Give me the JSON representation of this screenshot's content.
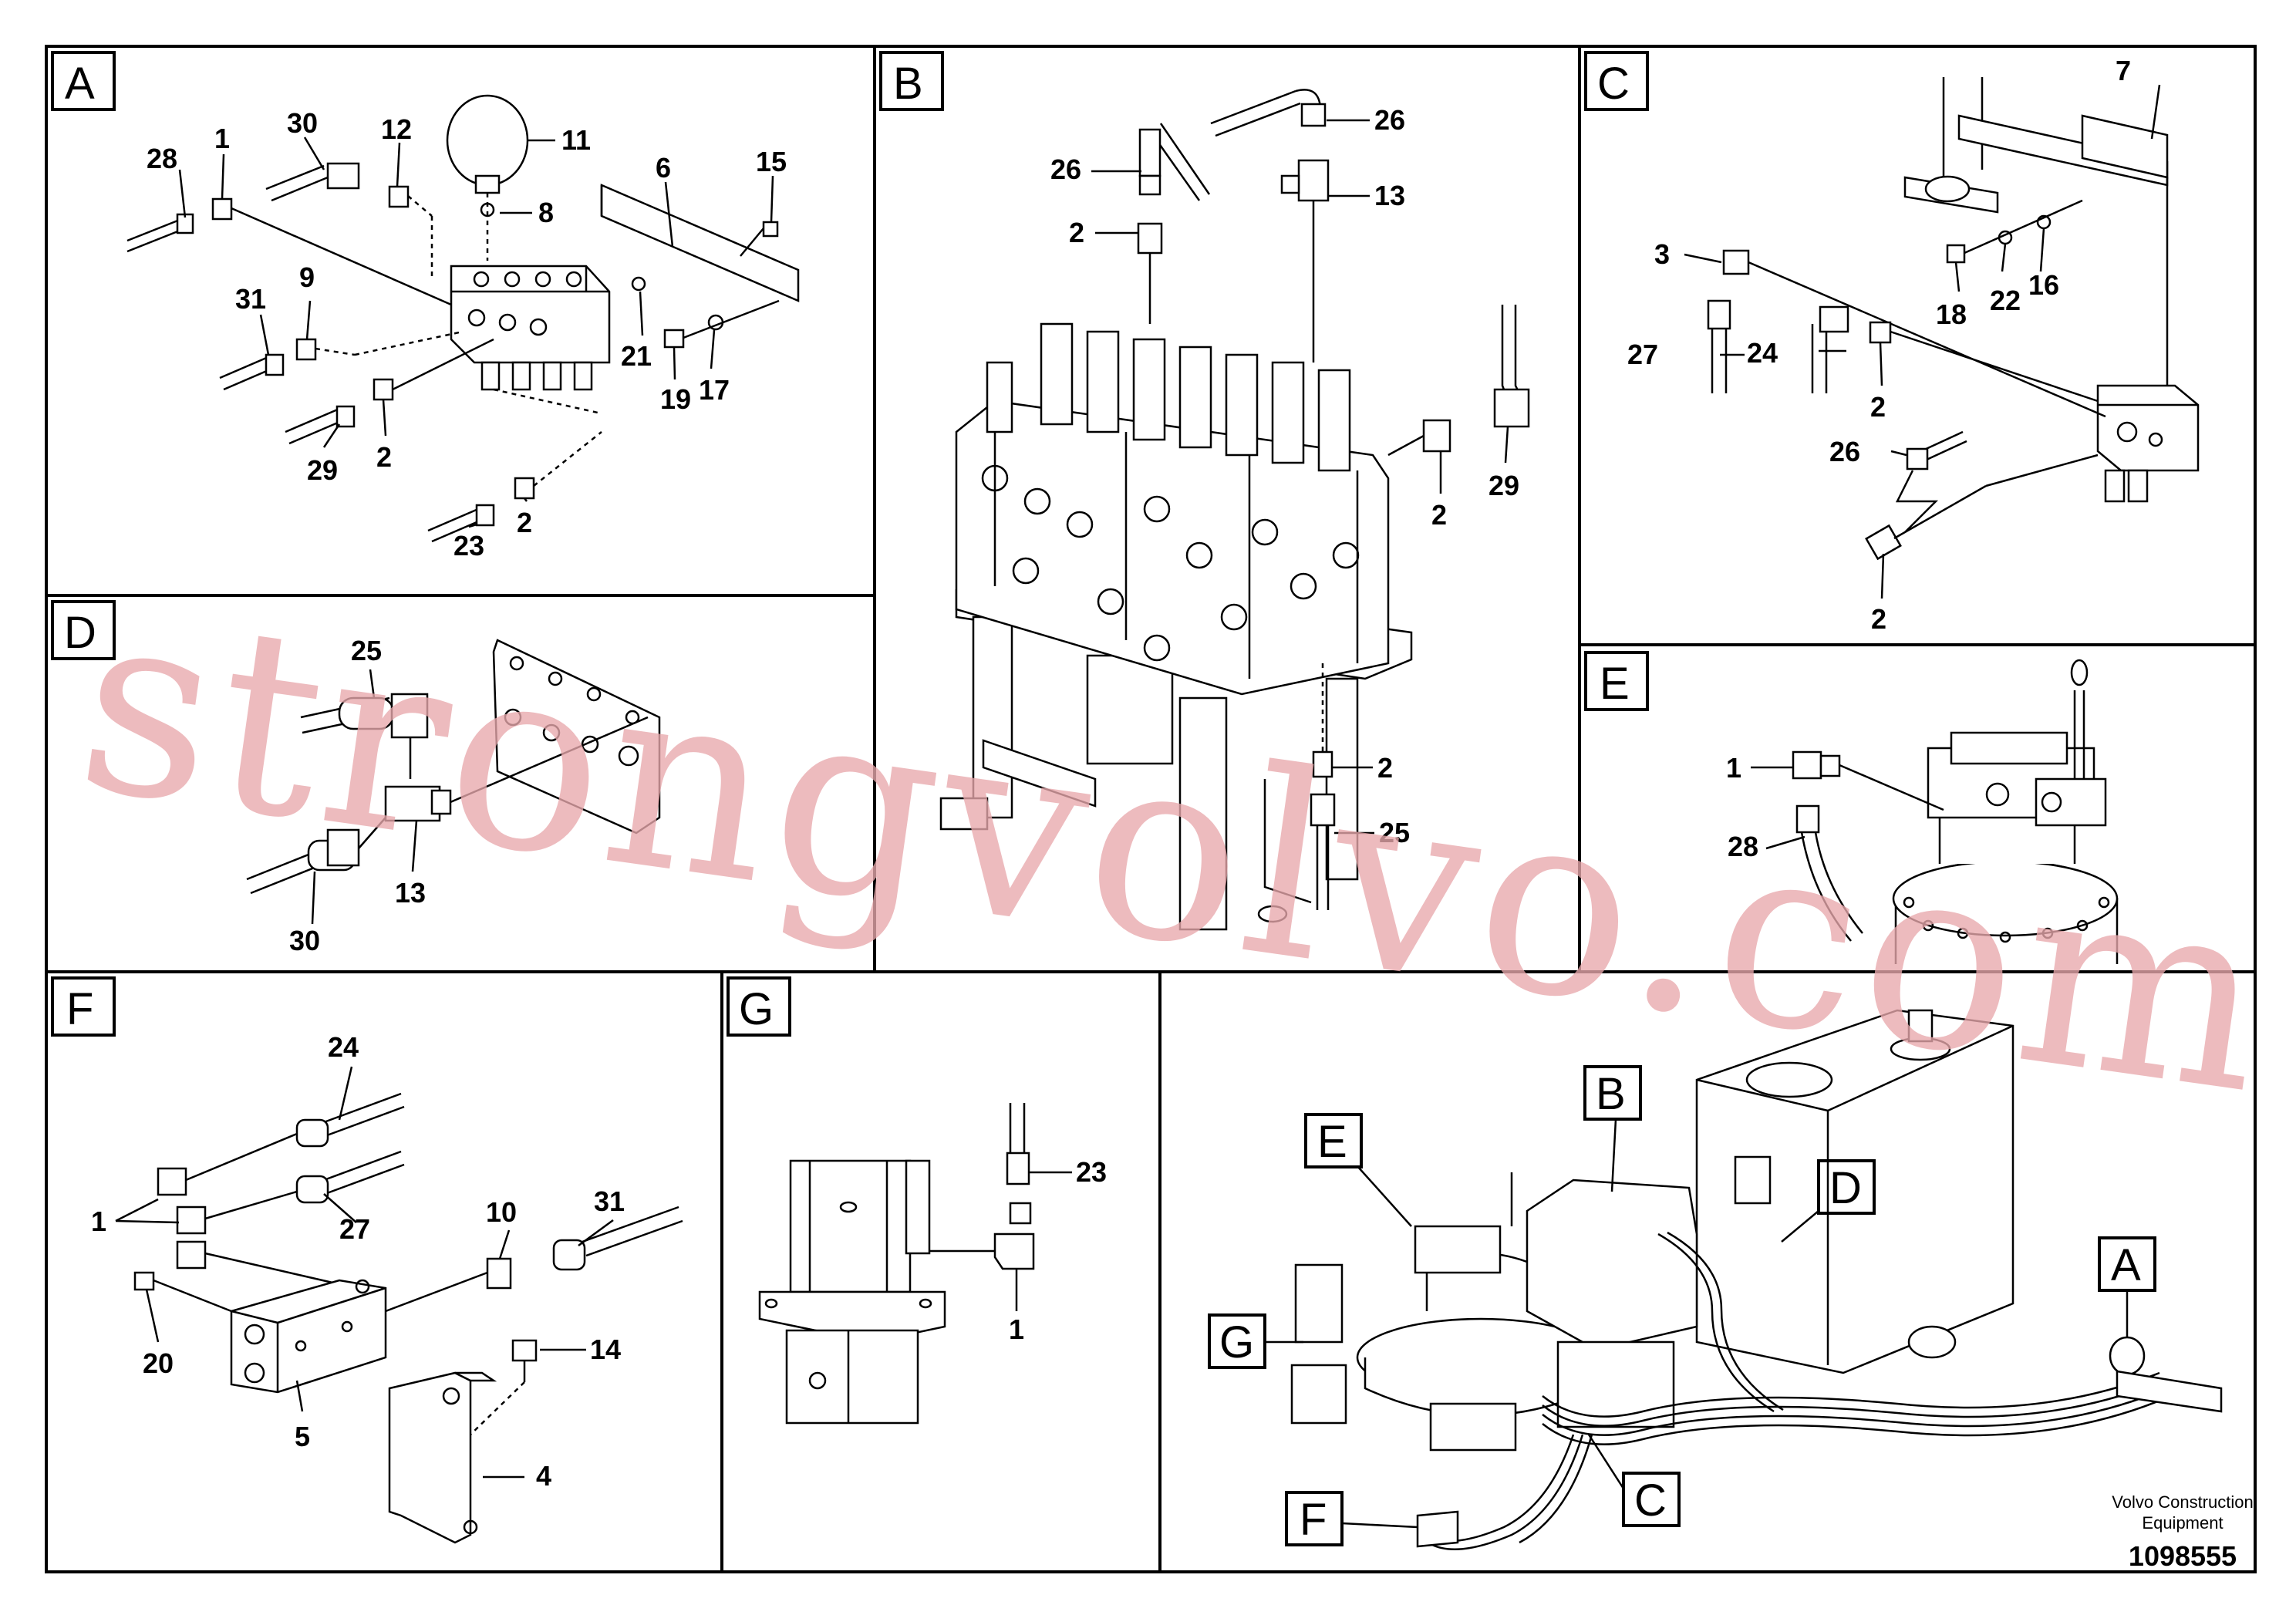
{
  "panels": {
    "A": {
      "letter": "A",
      "labels": [
        "28",
        "1",
        "30",
        "12",
        "11",
        "8",
        "6",
        "15",
        "31",
        "9",
        "21",
        "19",
        "17",
        "29",
        "2",
        "23",
        "2"
      ]
    },
    "B": {
      "letter": "B",
      "labels": [
        "26",
        "26",
        "2",
        "13",
        "2",
        "29",
        "2",
        "25"
      ]
    },
    "C": {
      "letter": "C",
      "labels": [
        "7",
        "3",
        "18",
        "22",
        "16",
        "27",
        "24",
        "2",
        "26",
        "2"
      ]
    },
    "D": {
      "letter": "D",
      "labels": [
        "25",
        "30",
        "13"
      ]
    },
    "E": {
      "letter": "E",
      "labels": [
        "1",
        "28"
      ]
    },
    "F": {
      "letter": "F",
      "labels": [
        "24",
        "27",
        "1",
        "10",
        "31",
        "20",
        "14",
        "5",
        "4"
      ]
    },
    "G": {
      "letter": "G",
      "labels": [
        "23",
        "1"
      ]
    }
  },
  "overview": {
    "callouts": [
      "E",
      "B",
      "D",
      "A",
      "G",
      "F",
      "C"
    ]
  },
  "footer": {
    "company_line1": "Volvo Construction",
    "company_line2": "Equipment",
    "doc_number": "1098555"
  },
  "watermark": "strongvolvo.com"
}
